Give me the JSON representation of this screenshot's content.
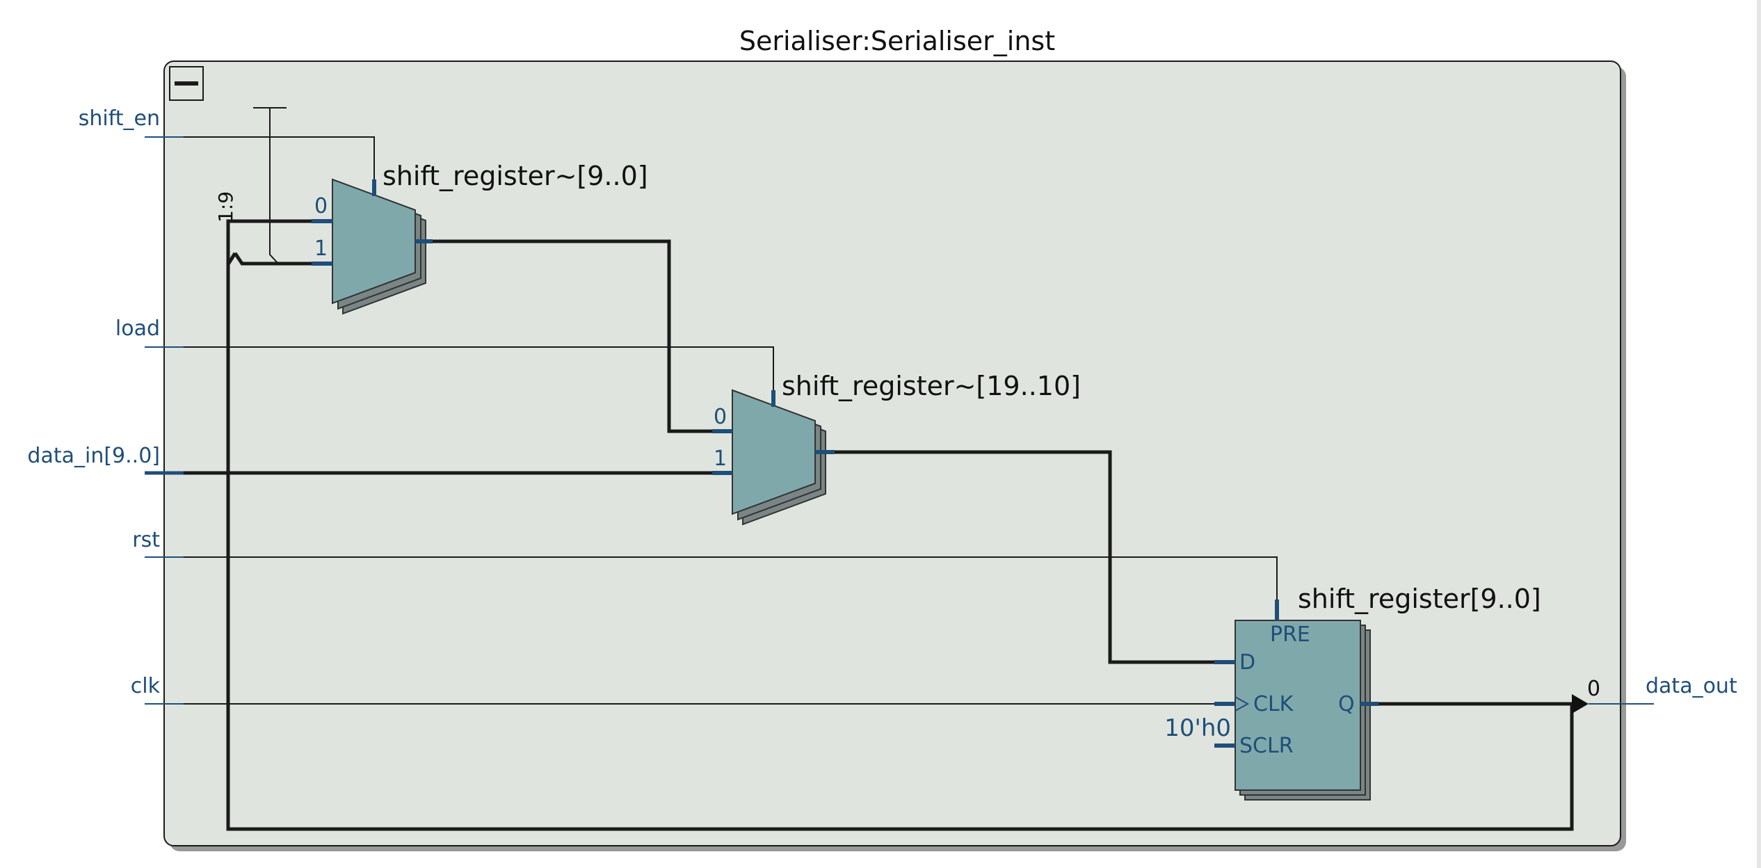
{
  "title": "Serialiser:Serialiser_inst",
  "ports": {
    "shift_en": "shift_en",
    "load": "load",
    "data_in": "data_in[9..0]",
    "rst": "rst",
    "clk": "clk",
    "data_out": "data_out"
  },
  "mux1": {
    "name": "shift_register~[9..0]",
    "pin0": "0",
    "pin1": "1",
    "bus_slice": "1:9"
  },
  "mux2": {
    "name": "shift_register~[19..10]",
    "pin0": "0",
    "pin1": "1"
  },
  "register": {
    "name": "shift_register[9..0]",
    "pre": "PRE",
    "d": "D",
    "clk": "CLK",
    "q": "Q",
    "sclr": "SCLR",
    "sclr_value": "10'h0"
  },
  "output_bit": "0",
  "icons": {
    "collapse": "minus-icon"
  },
  "colors": {
    "canvas": "#dfe5de",
    "mux_fill": "#7fa8aa",
    "register_fill": "#7fa8aa",
    "port_text": "#1f4e79"
  }
}
